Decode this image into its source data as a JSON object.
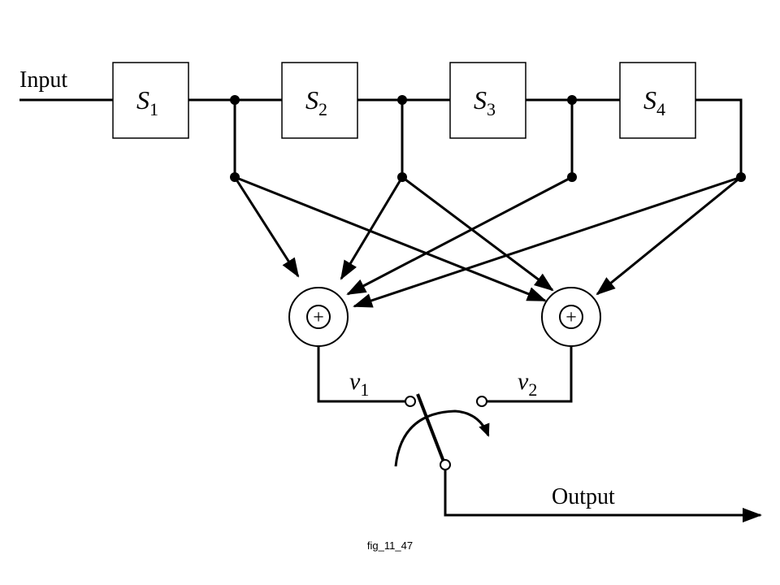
{
  "labels": {
    "input": "Input",
    "output": "Output",
    "caption": "fig_11_47"
  },
  "stages": [
    {
      "letter": "S",
      "sub": "1"
    },
    {
      "letter": "S",
      "sub": "2"
    },
    {
      "letter": "S",
      "sub": "3"
    },
    {
      "letter": "S",
      "sub": "4"
    }
  ],
  "adders": [
    {
      "symbol": "+",
      "output_letter": "v",
      "output_sub": "1"
    },
    {
      "symbol": "+",
      "output_letter": "v",
      "output_sub": "2"
    }
  ],
  "colors": {
    "line": "#000000",
    "background": "#ffffff"
  }
}
